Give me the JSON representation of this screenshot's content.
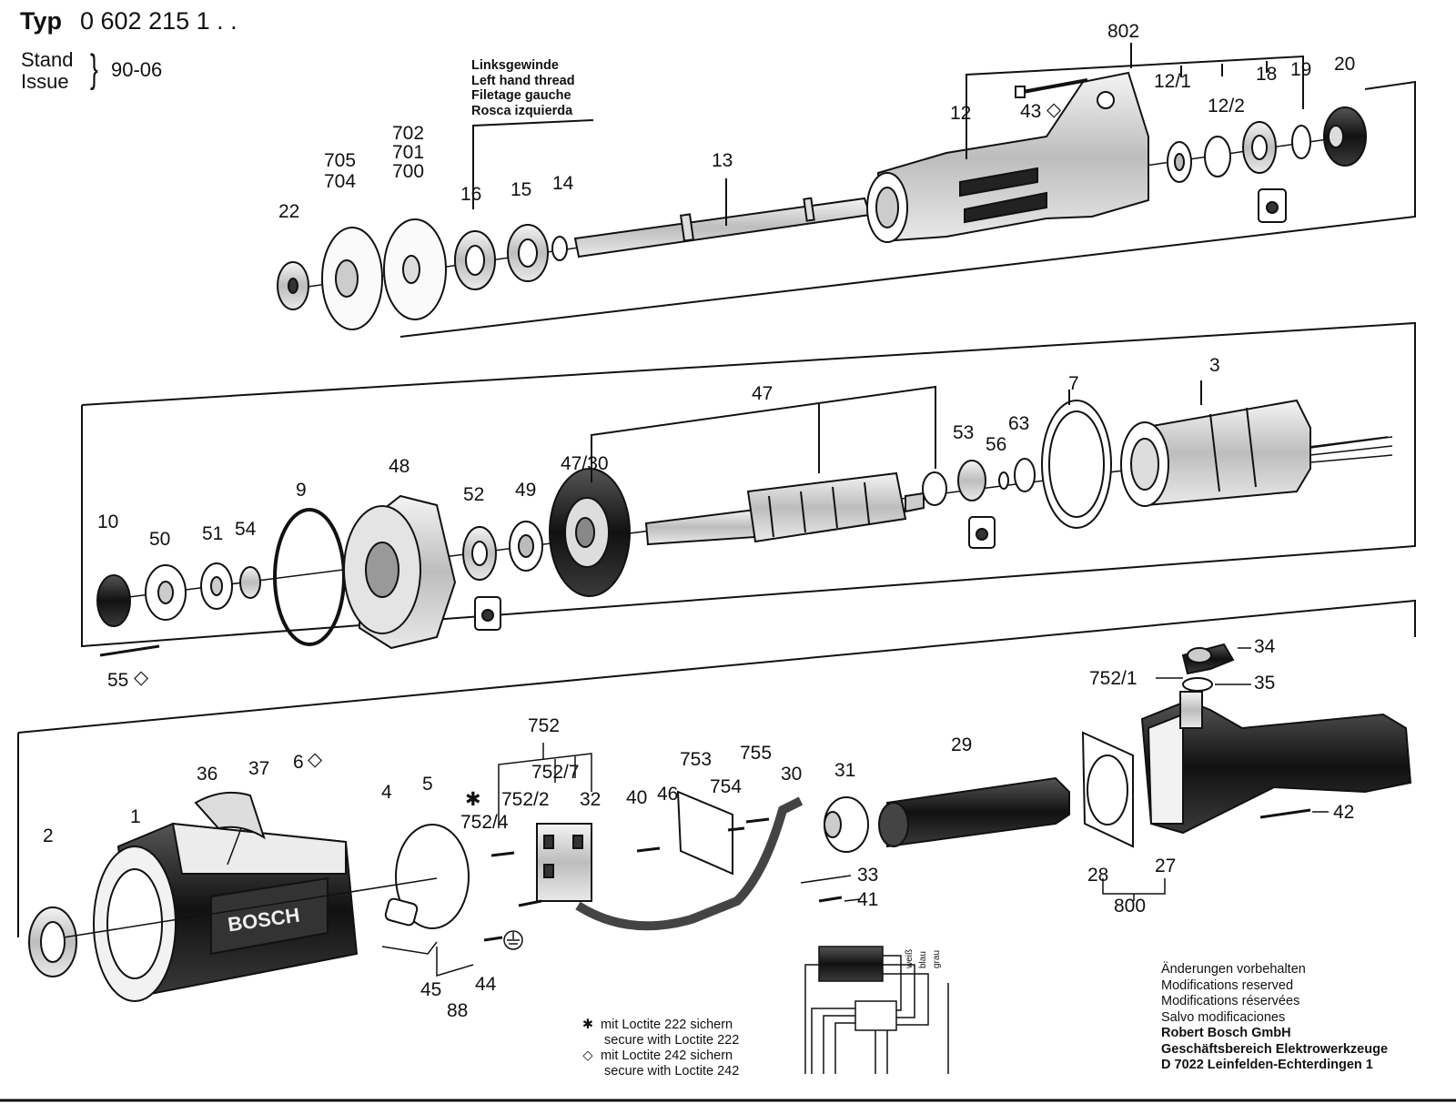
{
  "header": {
    "typ_label": "Typ",
    "typ_number": "0 602 215 1 . .",
    "stand": "Stand",
    "issue": "Issue",
    "stand_value": "90-06"
  },
  "thread_note": [
    "Linksgewinde",
    "Left hand thread",
    "Filetage gauche",
    "Rosca izquierda"
  ],
  "parts": {
    "row1": [
      "22",
      "705",
      "704",
      "702",
      "701",
      "700",
      "16",
      "15",
      "14",
      "13",
      "12",
      "43",
      "802",
      "12/1",
      "12/2",
      "18",
      "19",
      "20"
    ],
    "row2": [
      "10",
      "50",
      "51",
      "54",
      "55",
      "9",
      "48",
      "52",
      "49",
      "47/30",
      "47",
      "53",
      "56",
      "63",
      "7",
      "3"
    ],
    "row3": [
      "2",
      "1",
      "36",
      "37",
      "6",
      "4",
      "5",
      "752",
      "752/7",
      "752/2",
      "32",
      "752/4",
      "45",
      "88",
      "44",
      "40",
      "46",
      "753",
      "754",
      "755",
      "30",
      "31",
      "33",
      "41",
      "29",
      "28",
      "27",
      "800",
      "42",
      "34",
      "35",
      "752/1"
    ]
  },
  "wiring_labels": [
    "weiß",
    "blau",
    "grau"
  ],
  "legend": {
    "loctite_222_de": "mit Loctite 222 sichern",
    "loctite_222_en": "secure with Loctite 222",
    "loctite_242_de": "mit Loctite 242 sichern",
    "loctite_242_en": "secure with Loctite 242",
    "sym_star": "✱",
    "sym_diamond": "◇"
  },
  "notes": {
    "modifications": [
      "Änderungen vorbehalten",
      "Modifications reserved",
      "Modifications réservées",
      "Salvo modificaciones"
    ],
    "company": [
      "Robert Bosch GmbH",
      "Geschäftsbereich Elektrowerkzeuge",
      "D 7022 Leinfelden-Echterdingen 1"
    ]
  },
  "brand_logo": "BOSCH"
}
